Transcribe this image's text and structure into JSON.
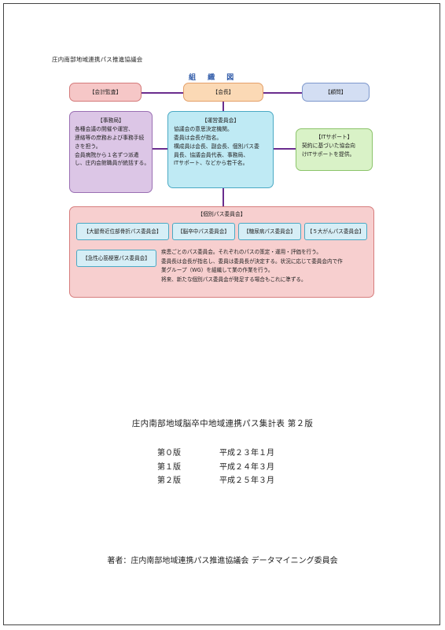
{
  "header": {
    "council_name": "庄内南部地域連携パス推進協議会",
    "chart_title": "組 織 図"
  },
  "boxes": {
    "accounting": "【会計監査】",
    "chair": "【会長】",
    "advisor": "【顧問】",
    "secretariat": {
      "title": "【事務局】",
      "lines": [
        "各種会議の開催や運営、",
        "連絡等の庶務および事務手続",
        "きを担う。",
        "会員病院から１名ずつ派遣",
        "し、庄内会館職員が統括する。"
      ]
    },
    "steering": {
      "title": "【運営委員会】",
      "lines": [
        "協議会の意思決定機関。",
        "委員は会長が指名。",
        "構成員は会長、副会長、個別パス委",
        "員長、協議会員代表、事務局、",
        "ITサポート、などから若干名。"
      ]
    },
    "itsupport": {
      "title": "【ITサポート】",
      "lines": [
        "契約に基づいた協会向",
        "けITサポートを提供。"
      ]
    }
  },
  "bus_committee": {
    "title": "【個別パス委員会】",
    "items": [
      "【大腿骨近位部骨折パス委員会】",
      "【脳卒中パス委員会】",
      "【糖尿病パス委員会】",
      "【５大がんパス委員会】",
      "【急性心筋梗塞パス委員会】"
    ],
    "description": [
      "疾患ごとのパス委員会。それぞれのパスの策定・運用・評価を行う。",
      "委員長は会長が指名し、委員は委員長が決定する。状況に応じて委員会内で作",
      "業グループ（WG）を組織して業の作業を行う。",
      "将来、新たな個別パス委員会が発足する場合もこれに準ずる。"
    ]
  },
  "document": {
    "title": "庄内南部地域脳卒中地域連携パス集計表 第２版",
    "editions": [
      {
        "label": "第０版",
        "date": "平成２３年１月"
      },
      {
        "label": "第１版",
        "date": "平成２４年３月"
      },
      {
        "label": "第２版",
        "date": "平成２５年３月"
      }
    ],
    "author": "著者：庄内南部地域連携パス推進協議会 データマイニング委員会"
  }
}
